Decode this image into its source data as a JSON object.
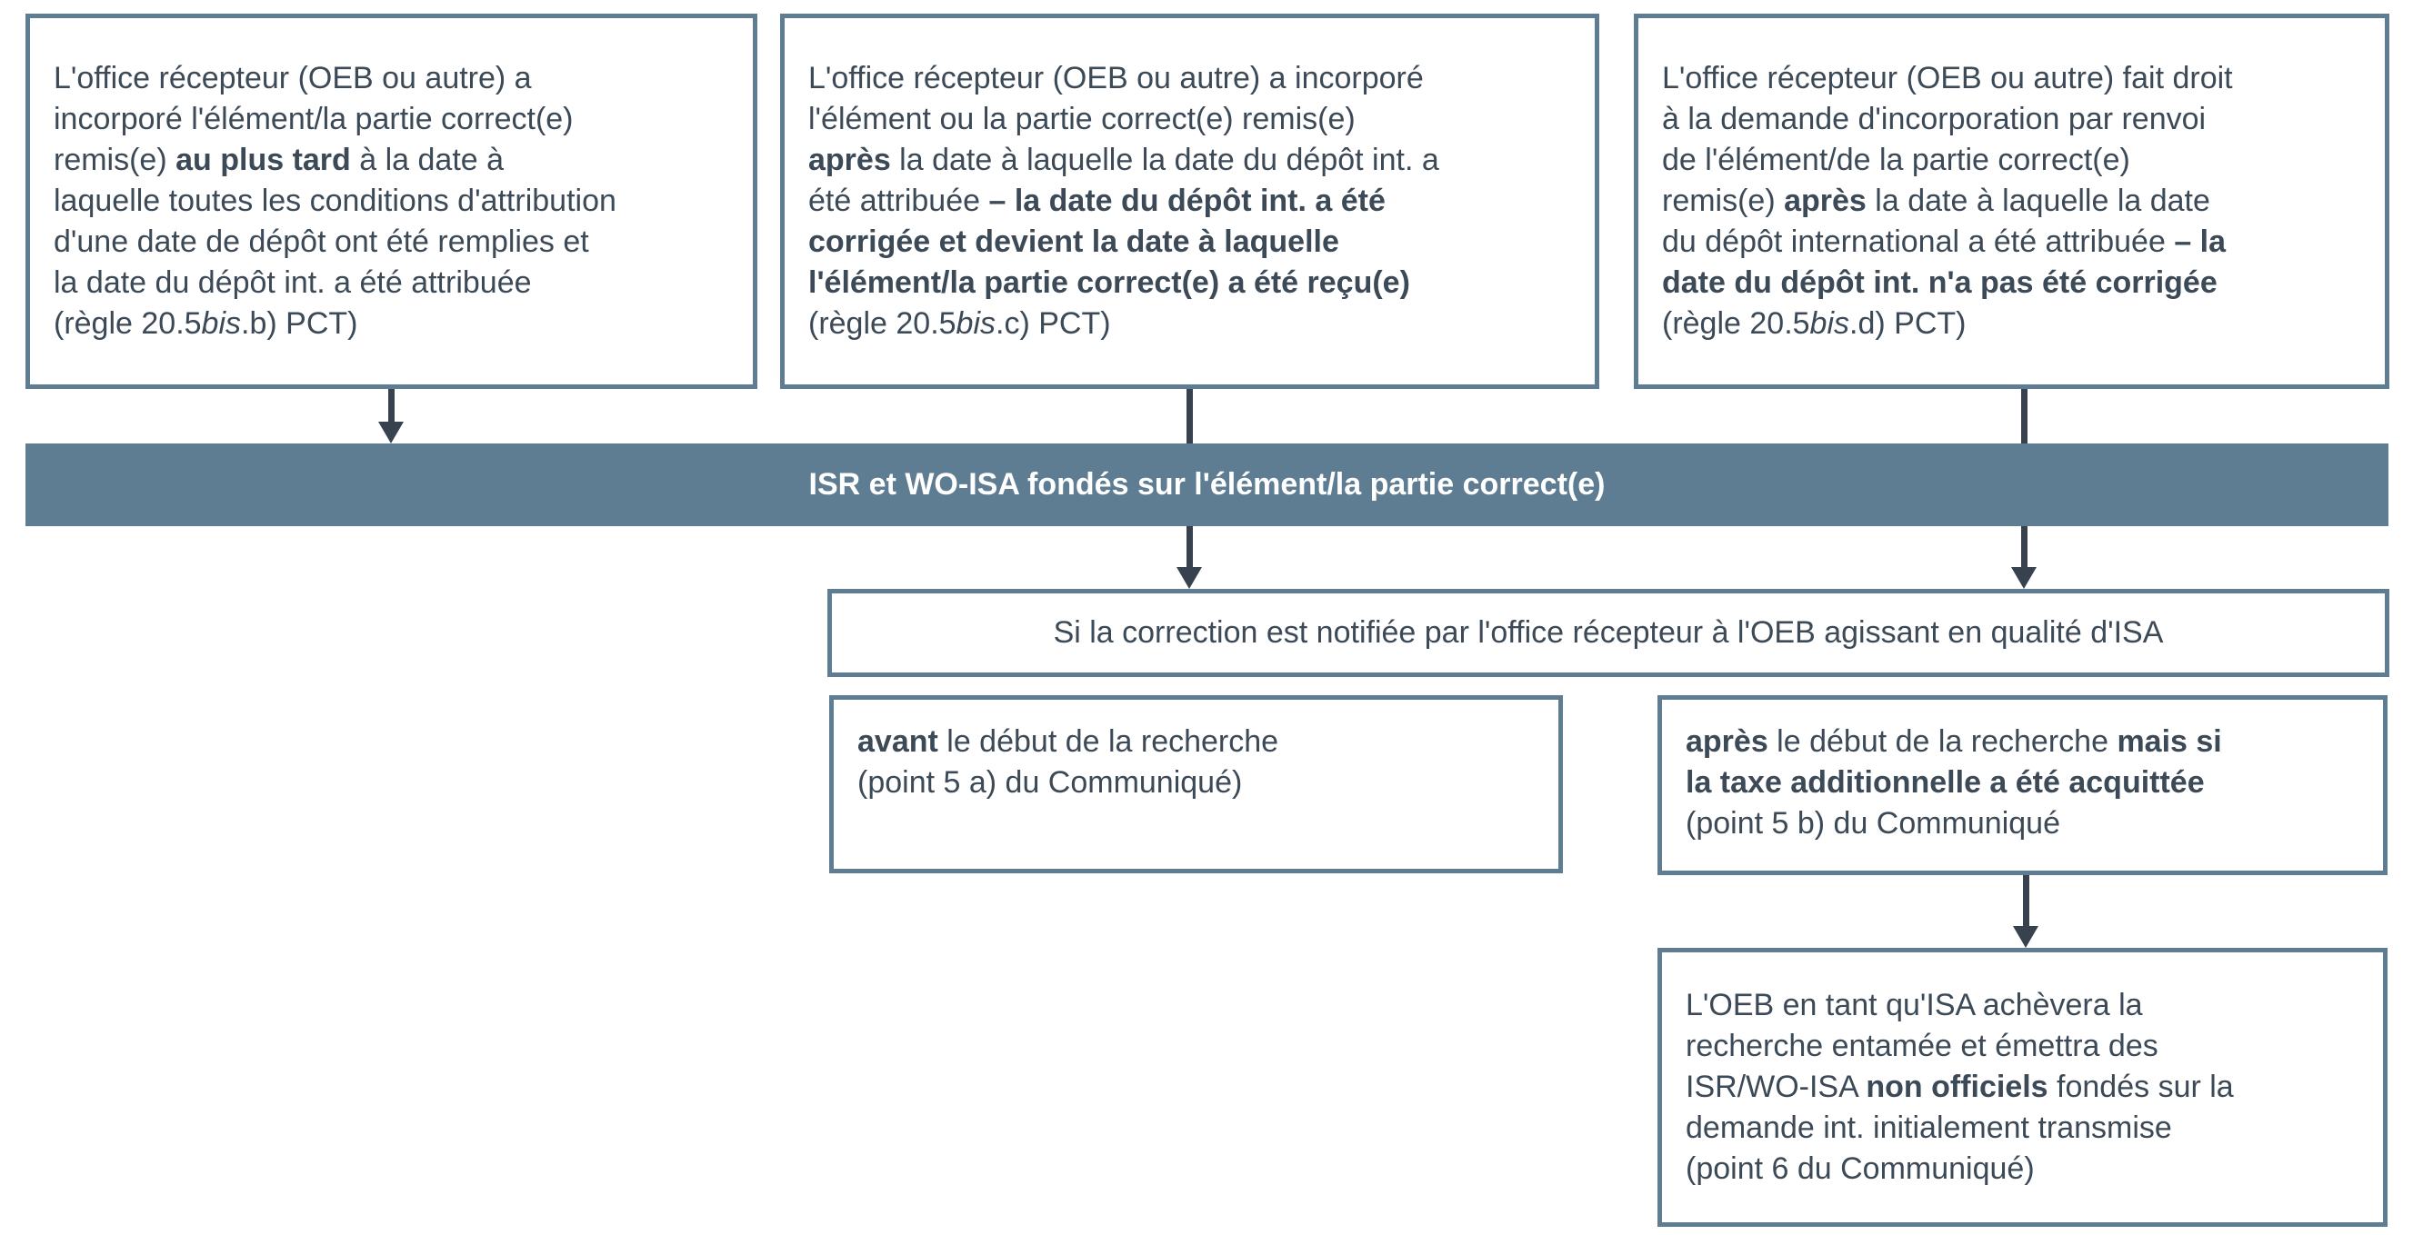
{
  "colors": {
    "page_bg": "#FFFFFF",
    "border": "#5E7C92",
    "banner_bg": "#5E7C92",
    "banner_text": "#FFFFFF",
    "text": "#3C4956",
    "arrow": "#37424E"
  },
  "flowchart": {
    "box_rule_b": {
      "segments": [
        {
          "text": "L'office récepteur (OEB ou autre) a\nincorporé l'élément/la partie correct(e)\nremis(e) "
        },
        {
          "text": "au plus tard",
          "bold": true
        },
        {
          "text": " à la date à\nlaquelle toutes les conditions d'attribution\nd'une date de dépôt ont été remplies et\nla date du dépôt int. a été attribuée\n(règle 20.5"
        },
        {
          "text": "bis",
          "italic": true
        },
        {
          "text": ".b) PCT)"
        }
      ]
    },
    "box_rule_c": {
      "segments": [
        {
          "text": "L'office récepteur (OEB ou autre) a incorporé\nl'élément ou la partie correct(e) remis(e)\n"
        },
        {
          "text": "après",
          "bold": true
        },
        {
          "text": " la date à laquelle la date du dépôt int. a\nété attribuée "
        },
        {
          "text": "– la date du dépôt int. a été\ncorrigée et devient la date à laquelle\nl'élément/la partie correct(e) a été reçu(e)",
          "bold": true
        },
        {
          "text": "\n(règle 20.5"
        },
        {
          "text": "bis",
          "italic": true
        },
        {
          "text": ".c) PCT)"
        }
      ]
    },
    "box_rule_d": {
      "segments": [
        {
          "text": "L'office récepteur (OEB ou autre) fait droit\nà la demande d'incorporation par renvoi\nde l'élément/de la partie correct(e)\nremis(e) "
        },
        {
          "text": "après",
          "bold": true
        },
        {
          "text": " la date à laquelle la date\ndu dépôt international a été attribuée "
        },
        {
          "text": "– la\ndate du dépôt int. n'a pas été corrigée",
          "bold": true
        },
        {
          "text": "\n(règle 20.5"
        },
        {
          "text": "bis",
          "italic": true
        },
        {
          "text": ".d) PCT)"
        }
      ]
    },
    "banner": {
      "label": "ISR et WO-ISA fondés sur l'élément/la partie correct(e)"
    },
    "condition": {
      "label": "Si la correction est notifiée par l'office récepteur à l'OEB agissant en qualité d'ISA"
    },
    "branch_before": {
      "segments": [
        {
          "text": "avant",
          "bold": true
        },
        {
          "text": " le début de la recherche\n(point 5 a) du Communiqué)"
        }
      ]
    },
    "branch_after": {
      "segments": [
        {
          "text": "après",
          "bold": true
        },
        {
          "text": " le début de la recherche "
        },
        {
          "text": "mais si\nla taxe additionnelle a été acquittée",
          "bold": true
        },
        {
          "text": "\n(point 5 b) du Communiqué"
        }
      ]
    },
    "result": {
      "segments": [
        {
          "text": "L'OEB en tant qu'ISA achèvera la\nrecherche entamée et émettra des\nISR/WO-ISA "
        },
        {
          "text": "non officiels",
          "bold": true
        },
        {
          "text": " fondés sur la\ndemande int. initialement transmise\n(point 6 du Communiqué)"
        }
      ]
    }
  }
}
